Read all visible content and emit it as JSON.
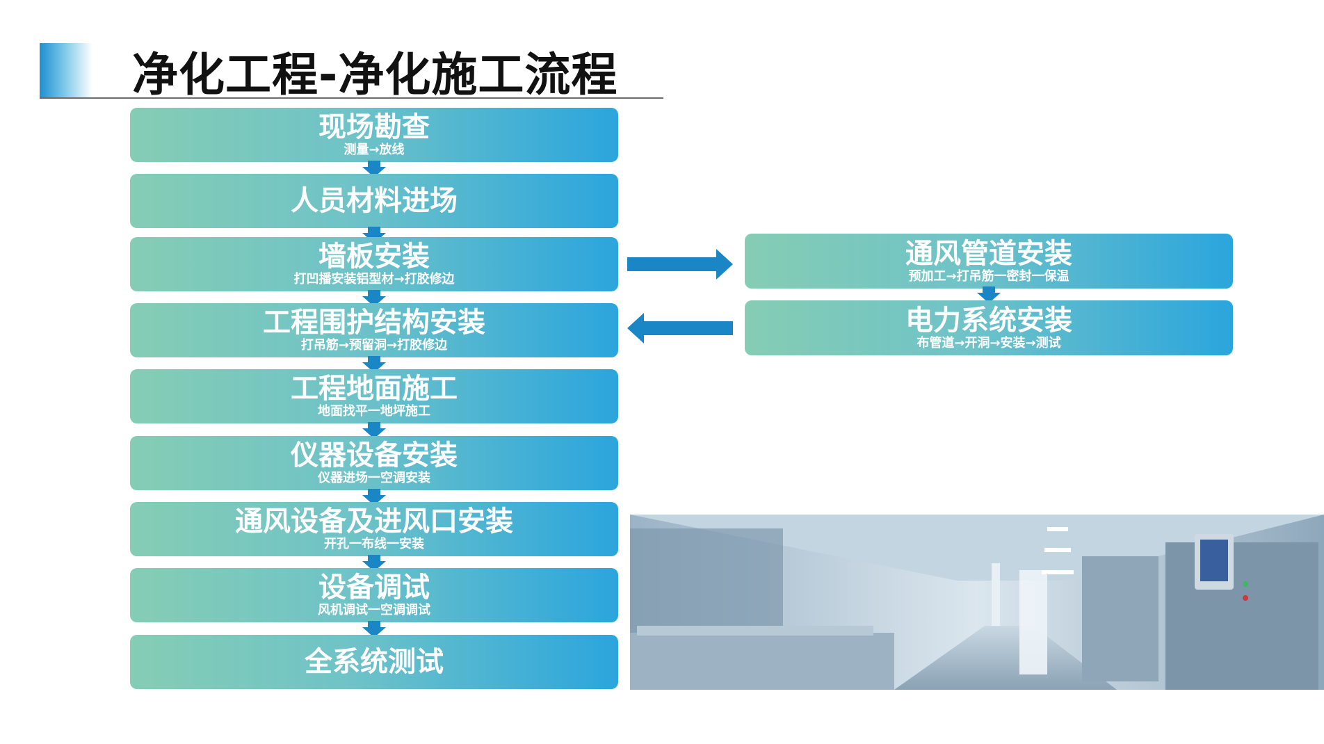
{
  "title": "净化工程-净化施工流程",
  "colors": {
    "accent": "#1a86c6",
    "box_start": "#85cdb4",
    "box_end": "#2ba5dd"
  },
  "main_flow": [
    {
      "main": "现场勘查",
      "sub": "测量→放线"
    },
    {
      "main": "人员材料进场",
      "sub": ""
    },
    {
      "main": "墙板安装",
      "sub": "打凹播安装铝型材→打胶修边"
    },
    {
      "main": "工程围护结构安装",
      "sub": "打吊筋→预留洞→打胶修边"
    },
    {
      "main": "工程地面施工",
      "sub": "地面找平一地坪施工"
    },
    {
      "main": "仪器设备安装",
      "sub": "仪器进场一空调安装"
    },
    {
      "main": "通风设备及进风口安装",
      "sub": "开孔一布线一安装"
    },
    {
      "main": "设备调试",
      "sub": "风机调试一空调调试"
    },
    {
      "main": "全系统测试",
      "sub": ""
    }
  ],
  "side_flow": [
    {
      "main": "通风管道安装",
      "sub": "预加工→打吊筋一密封一保温"
    },
    {
      "main": "电力系统安装",
      "sub": "布管道→开洞→安装→测试"
    }
  ],
  "photo": {
    "subject": "cleanroom-corridor-photo"
  }
}
